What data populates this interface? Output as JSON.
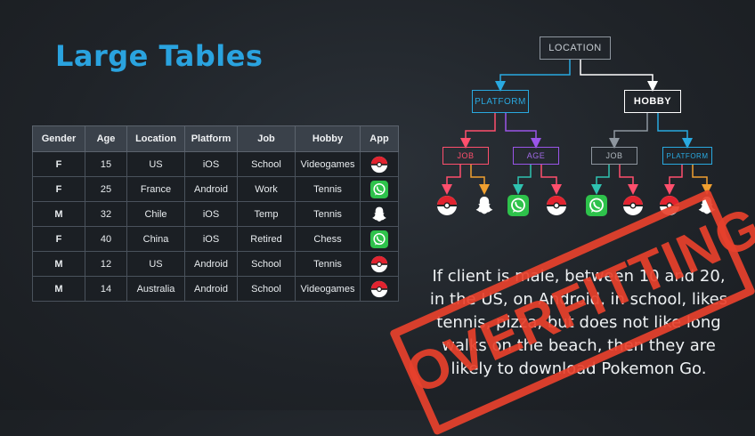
{
  "slide": {
    "title": "Large Tables"
  },
  "table": {
    "headers": [
      "Gender",
      "Age",
      "Location",
      "Platform",
      "Job",
      "Hobby",
      "App"
    ],
    "rows": [
      {
        "gender": "F",
        "age": "15",
        "location": "US",
        "platform": "iOS",
        "job": "School",
        "hobby": "Videogames",
        "app": "pokeball-icon"
      },
      {
        "gender": "F",
        "age": "25",
        "location": "France",
        "platform": "Android",
        "job": "Work",
        "hobby": "Tennis",
        "app": "whatsapp-icon"
      },
      {
        "gender": "M",
        "age": "32",
        "location": "Chile",
        "platform": "iOS",
        "job": "Temp",
        "hobby": "Tennis",
        "app": "snapchat-icon"
      },
      {
        "gender": "F",
        "age": "40",
        "location": "China",
        "platform": "iOS",
        "job": "Retired",
        "hobby": "Chess",
        "app": "whatsapp-icon"
      },
      {
        "gender": "M",
        "age": "12",
        "location": "US",
        "platform": "Android",
        "job": "School",
        "hobby": "Tennis",
        "app": "pokeball-icon"
      },
      {
        "gender": "M",
        "age": "14",
        "location": "Australia",
        "platform": "Android",
        "job": "School",
        "hobby": "Videogames",
        "app": "pokeball-icon"
      }
    ]
  },
  "tree": {
    "root": "LOCATION",
    "level1": [
      "PLATFORM",
      "HOBBY"
    ],
    "level2": [
      "JOB",
      "AGE",
      "JOB",
      "PLATFORM"
    ],
    "leaves": [
      "pokeball-icon",
      "snapchat-icon",
      "whatsapp-icon",
      "pokeball-icon",
      "whatsapp-icon",
      "pokeball-icon",
      "pokeball-icon",
      "snapchat-icon"
    ]
  },
  "statement": {
    "text": "If client is male, between 10 and 20, in the US, on Android, in school, likes tennis, pizza, but does not like long walks on the beach, then they are likely to download Pokemon Go."
  },
  "stamp": {
    "text": "OVERFITTING"
  },
  "colors": {
    "title": "#2aa3df",
    "platform": "#29a9e0",
    "job": "#ff4f6d",
    "age": "#9a55e8",
    "stamp": "#e8412c",
    "pokeball_red": "#e2232f",
    "whatsapp_green": "#2ec24b"
  }
}
